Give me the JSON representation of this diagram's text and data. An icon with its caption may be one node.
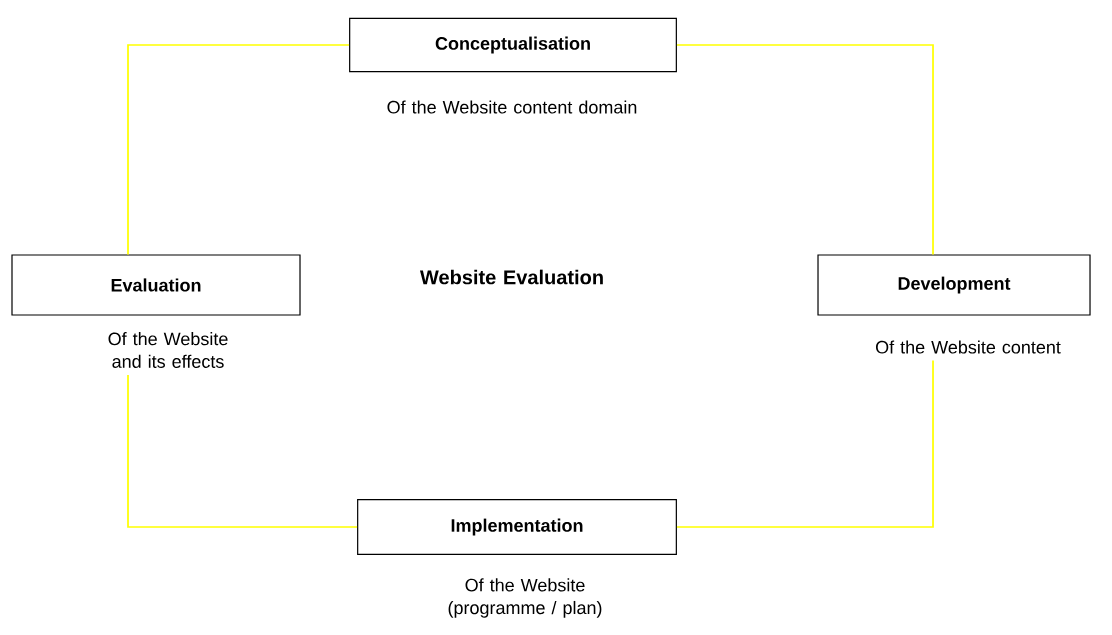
{
  "diagram": {
    "nodes": [
      {
        "text": [
          "Conceptualisation"
        ],
        "beside": [
          "Of the Website content domain"
        ]
      },
      {
        "text": [
          "Development"
        ],
        "beside": [
          "Of the Website content"
        ]
      },
      {
        "text": [
          "Implementation"
        ],
        "beside": [
          "Of the Website (programme / plan)"
        ]
      },
      {
        "text": [
          "Evaluation"
        ],
        "beside": [
          "Of the Website and its effects"
        ]
      }
    ],
    "edges": [
      {
        "from": 0,
        "to": 1,
        "arrow": "none"
      },
      {
        "from": 1,
        "to": 2,
        "arrow": "none"
      },
      {
        "from": 2,
        "to": 3,
        "arrow": "none"
      },
      {
        "from": 3,
        "to": 0,
        "arrow": "none"
      }
    ],
    "labels": [
      "Website Evaluation"
    ]
  }
}
